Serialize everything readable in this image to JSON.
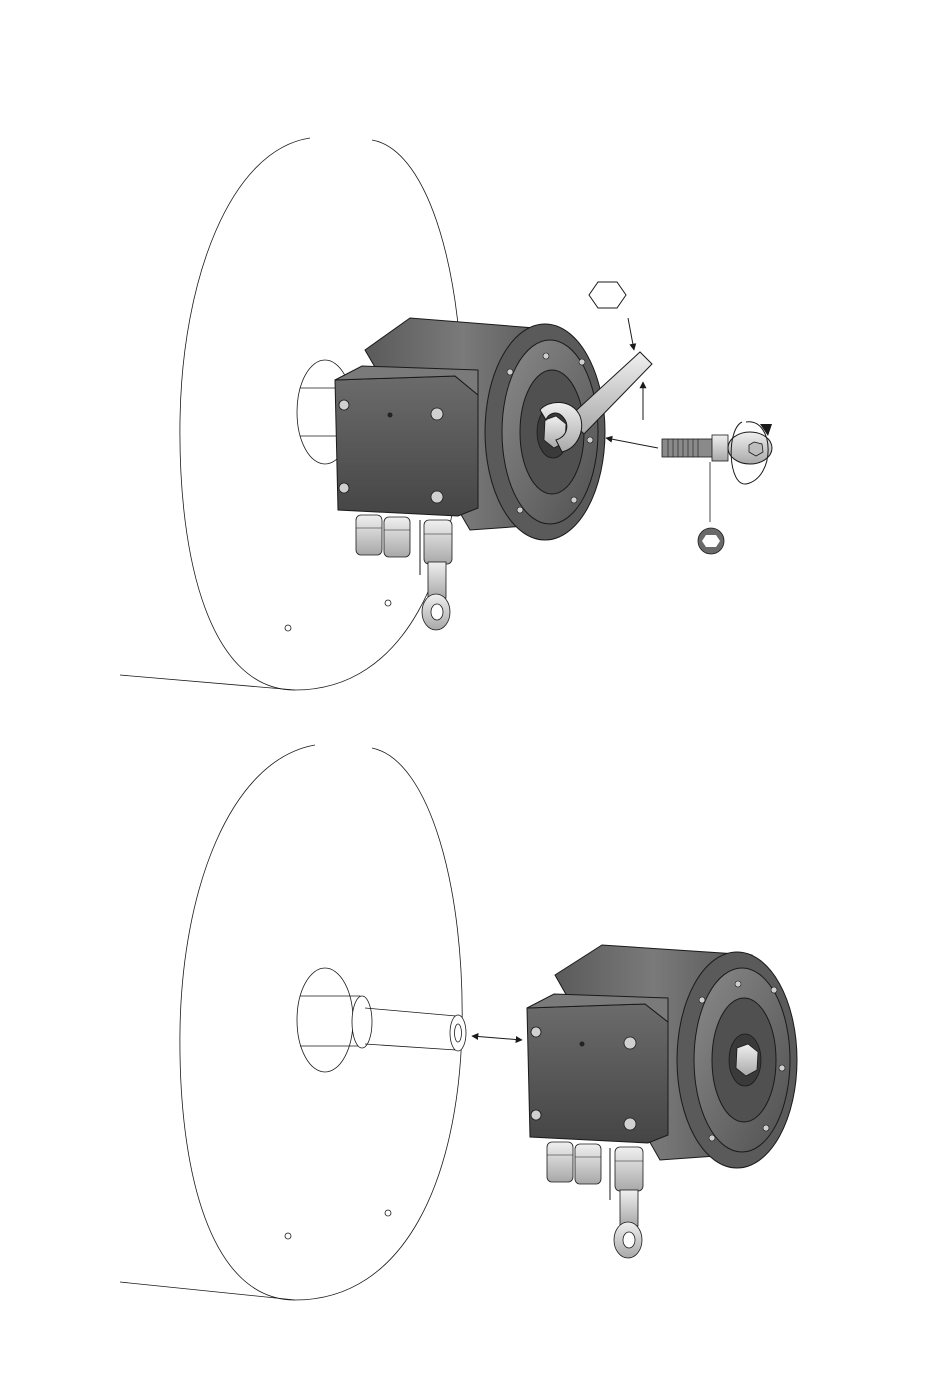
{
  "document": {
    "type": "installation-illustration",
    "views": [
      {
        "id": "upper",
        "steps": [
          "insert-screw-through-encoder",
          "hold-shaft-nut-with-wrench",
          "tighten-screw-clockwise"
        ],
        "icons": [
          "hex-nut-icon",
          "hex-socket-icon",
          "rotation-arrow-icon"
        ]
      },
      {
        "id": "lower",
        "steps": [
          "slide-hollow-shaft-encoder-onto-drive-shaft"
        ],
        "icons": [
          "double-arrow-icon"
        ]
      }
    ]
  },
  "colors": {
    "housing_dark": "#4a4a4a",
    "housing_mid": "#6a6a6a",
    "housing_light": "#8c8c8c",
    "metal": "#c9c9c9",
    "line": "#1a1a1a",
    "background": "#ffffff"
  }
}
